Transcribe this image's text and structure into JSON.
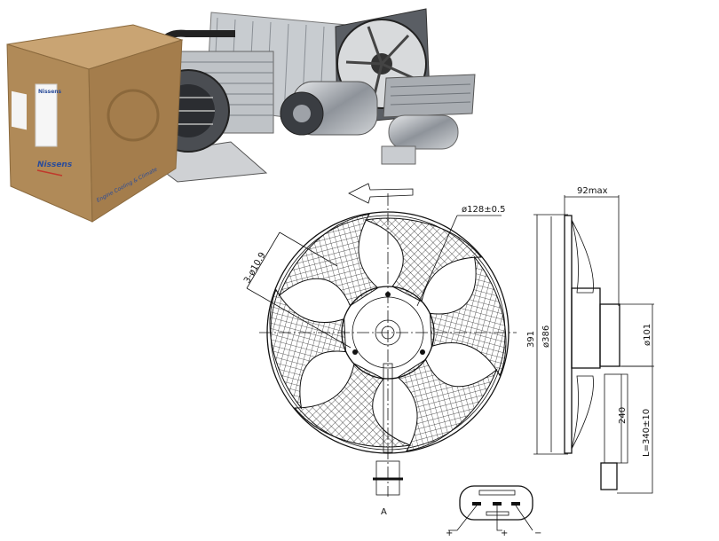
{
  "photo": {
    "box_brand": "Nissens",
    "box_slogan": "Engine Cooling & Climate",
    "items": [
      "cardboard-box",
      "blower-motor",
      "evaporator",
      "condenser",
      "radiator-fan",
      "ac-compressor",
      "heater-core",
      "receiver-drier"
    ]
  },
  "drawing": {
    "hub_diameter": "ø128±0.5",
    "mount_holes": "3-ø10.9",
    "depth": "92max",
    "overall_height": "391",
    "fan_diameter": "ø386",
    "motor_diameter": "ø101",
    "cable_length_inner": "240",
    "cable_length": "L=340±10",
    "view_label": "A",
    "pin_labels": [
      "+",
      "+",
      "−"
    ]
  },
  "colors": {
    "cardboard": "#b08a58",
    "brand_blue": "#2a4c9a",
    "metal": "#9a9ea4"
  }
}
